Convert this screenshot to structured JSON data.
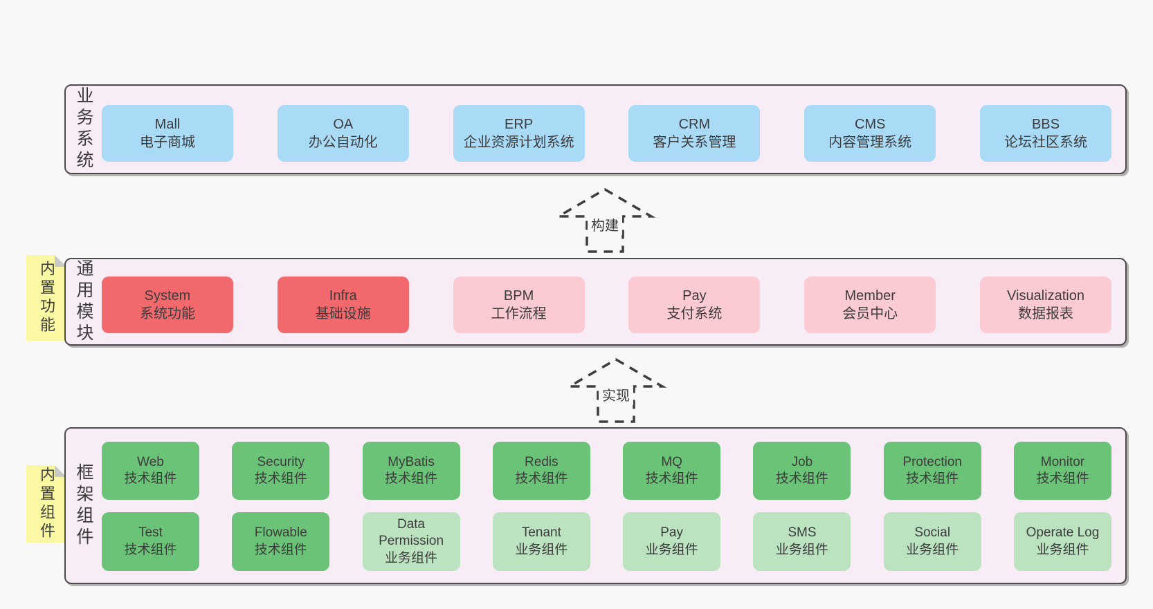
{
  "page": {
    "background": "#f8f8f8"
  },
  "colors": {
    "panel_bg": "#f8edf7",
    "panel_border": "#4a4a4a",
    "box_blue": "#a9dbf7",
    "box_red": "#f2696d",
    "box_pink": "#fccad3",
    "box_green": "#6ac377",
    "box_lightgreen": "#bce3c0",
    "tag_yellow": "#fbf8a3",
    "tag_fold_gray": "#c9c9c9",
    "text": "#3c3c3c"
  },
  "arrows": [
    {
      "label": "构建"
    },
    {
      "label": "实现"
    }
  ],
  "sections": [
    {
      "id": "business-systems",
      "side_label": "业务系统",
      "boxes": [
        {
          "title": "Mall",
          "subtitle": "电子商城",
          "variant": "blue"
        },
        {
          "title": "OA",
          "subtitle": "办公自动化",
          "variant": "blue"
        },
        {
          "title": "ERP",
          "subtitle": "企业资源计划系统",
          "variant": "blue"
        },
        {
          "title": "CRM",
          "subtitle": "客户关系管理",
          "variant": "blue"
        },
        {
          "title": "CMS",
          "subtitle": "内容管理系统",
          "variant": "blue"
        },
        {
          "title": "BBS",
          "subtitle": "论坛社区系统",
          "variant": "blue"
        }
      ]
    },
    {
      "id": "common-modules",
      "side_label": "通用模块",
      "tag": "内置功能",
      "boxes": [
        {
          "title": "System",
          "subtitle": "系统功能",
          "variant": "red"
        },
        {
          "title": "Infra",
          "subtitle": "基础设施",
          "variant": "red"
        },
        {
          "title": "BPM",
          "subtitle": "工作流程",
          "variant": "pink"
        },
        {
          "title": "Pay",
          "subtitle": "支付系统",
          "variant": "pink"
        },
        {
          "title": "Member",
          "subtitle": "会员中心",
          "variant": "pink"
        },
        {
          "title": "Visualization",
          "subtitle": "数据报表",
          "variant": "pink"
        }
      ]
    },
    {
      "id": "framework-components",
      "side_label": "框架组件",
      "tag": "内置组件",
      "rows": [
        [
          {
            "title": "Web",
            "subtitle": "技术组件",
            "variant": "green"
          },
          {
            "title": "Security",
            "subtitle": "技术组件",
            "variant": "green"
          },
          {
            "title": "MyBatis",
            "subtitle": "技术组件",
            "variant": "green"
          },
          {
            "title": "Redis",
            "subtitle": "技术组件",
            "variant": "green"
          },
          {
            "title": "MQ",
            "subtitle": "技术组件",
            "variant": "green"
          },
          {
            "title": "Job",
            "subtitle": "技术组件",
            "variant": "green"
          },
          {
            "title": "Protection",
            "subtitle": "技术组件",
            "variant": "green"
          },
          {
            "title": "Monitor",
            "subtitle": "技术组件",
            "variant": "green"
          }
        ],
        [
          {
            "title": "Test",
            "subtitle": "技术组件",
            "variant": "green"
          },
          {
            "title": "Flowable",
            "subtitle": "技术组件",
            "variant": "green"
          },
          {
            "title": "Data Permission",
            "subtitle": "业务组件",
            "variant": "lightgreen"
          },
          {
            "title": "Tenant",
            "subtitle": "业务组件",
            "variant": "lightgreen"
          },
          {
            "title": "Pay",
            "subtitle": "业务组件",
            "variant": "lightgreen"
          },
          {
            "title": "SMS",
            "subtitle": "业务组件",
            "variant": "lightgreen"
          },
          {
            "title": "Social",
            "subtitle": "业务组件",
            "variant": "lightgreen"
          },
          {
            "title": "Operate Log",
            "subtitle": "业务组件",
            "variant": "lightgreen"
          }
        ]
      ]
    }
  ]
}
